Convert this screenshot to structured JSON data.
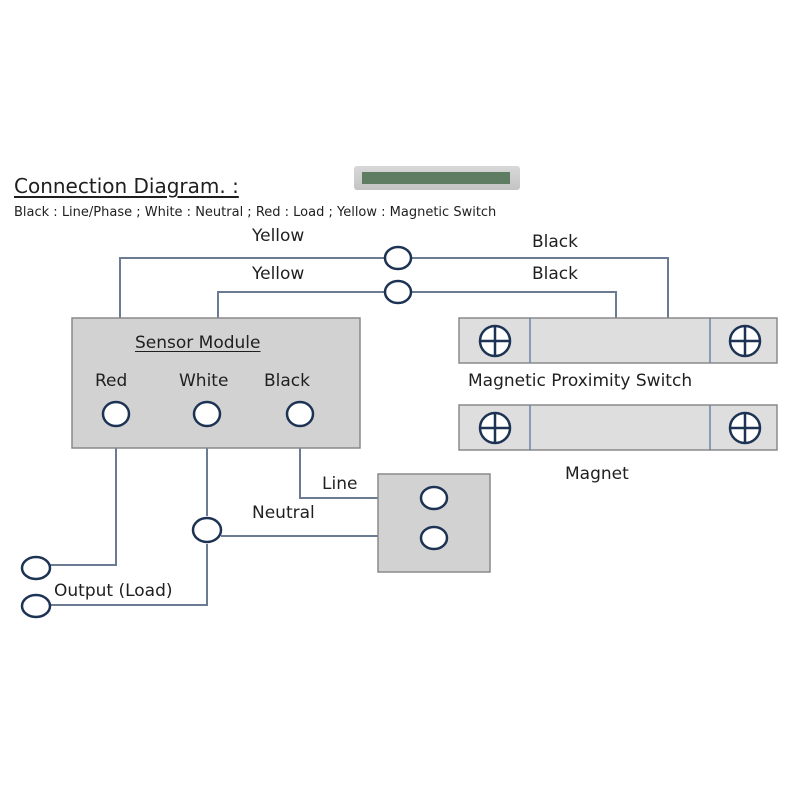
{
  "title": "Connection Diagram. :",
  "legend": "Black : Line/Phase ; White : Neutral ; Red : Load ; Yellow : Magnetic Switch",
  "wires": {
    "yellow_top": "Yellow",
    "yellow_bottom": "Yellow",
    "black_top": "Black",
    "black_bottom": "Black",
    "line": "Line",
    "neutral": "Neutral",
    "output": "Output (Load)"
  },
  "sensor_module": {
    "title": "Sensor Module",
    "terminals": [
      "Red",
      "White",
      "Black"
    ]
  },
  "switch_label": "Magnetic Proximity Switch",
  "magnet_label": "Magnet",
  "colors": {
    "box_fill": "#d2d2d2",
    "wire": "#5a6c86",
    "terminal_stroke": "#1d3354",
    "bar_fill": "#dedede"
  }
}
